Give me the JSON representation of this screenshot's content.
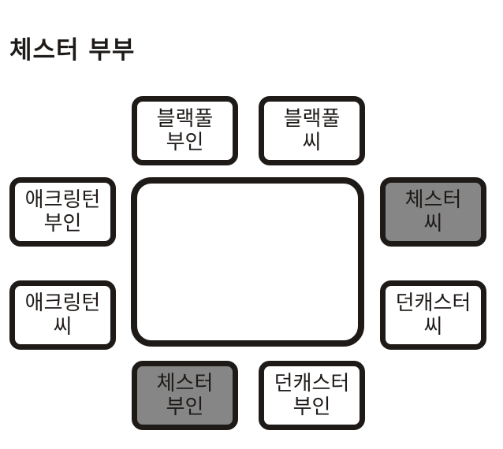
{
  "title": "체스터 부부",
  "table": {},
  "seats": {
    "top_left": {
      "line1": "블랙풀",
      "line2": "부인",
      "highlighted": false
    },
    "top_right": {
      "line1": "블랙풀",
      "line2": "씨",
      "highlighted": false
    },
    "left_upper": {
      "line1": "애크링턴",
      "line2": "부인",
      "highlighted": false
    },
    "right_upper": {
      "line1": "체스터",
      "line2": "씨",
      "highlighted": true
    },
    "left_lower": {
      "line1": "애크링턴",
      "line2": "씨",
      "highlighted": false
    },
    "right_lower": {
      "line1": "던캐스터",
      "line2": "씨",
      "highlighted": false
    },
    "bottom_left": {
      "line1": "체스터",
      "line2": "부인",
      "highlighted": true
    },
    "bottom_right": {
      "line1": "던캐스터",
      "line2": "부인",
      "highlighted": false
    }
  },
  "colors": {
    "outline": "#1e1a18",
    "highlight": "#868686",
    "background": "#ffffff"
  }
}
